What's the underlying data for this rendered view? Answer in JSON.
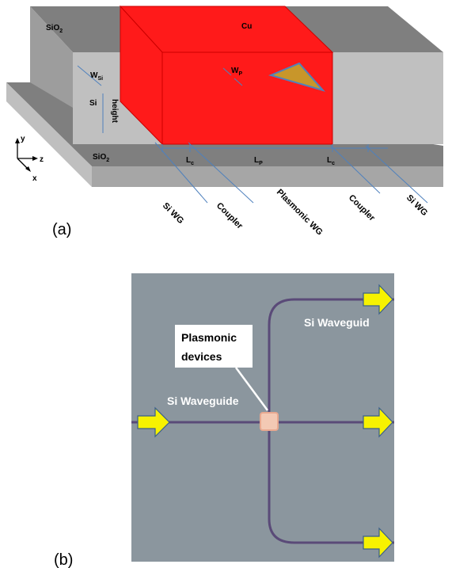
{
  "panel_a": {
    "panel_label": "(a)",
    "labels": {
      "sio2_top": "SiO",
      "sio2_top_sub": "2",
      "sio2_bottom": "SiO",
      "sio2_bottom_sub": "2",
      "cu": "Cu",
      "si": "Si",
      "height": "height",
      "w_si": "W",
      "w_si_sub": "Si",
      "w_p": "W",
      "w_p_sub": "P",
      "l_c_left": "L",
      "l_c_left_sub": "c",
      "l_p": "L",
      "l_p_sub": "P",
      "l_c_right": "L",
      "l_c_right_sub": "c"
    },
    "axes": {
      "y": "y",
      "z": "z",
      "x": "x"
    },
    "sections": [
      "Si WG",
      "Coupler",
      "Plasmonic WG",
      "Coupler",
      "Si WG"
    ],
    "colors": {
      "cu": "#ff1a1a",
      "si": "#c0c0c0",
      "sio2": "#7f7f7f",
      "triangle": "#c8962a",
      "lines": "#4f81bd"
    }
  },
  "panel_b": {
    "panel_label": "(b)",
    "callout": [
      "Plasmonic",
      "devices"
    ],
    "input_label": "Si Waveguide",
    "output_label": "Si Waveguid",
    "colors": {
      "background": "#8b969e",
      "arrow": "#f7f200",
      "arrow_stroke": "#3a5f8a",
      "waveguide": "#5a4a78"
    }
  }
}
